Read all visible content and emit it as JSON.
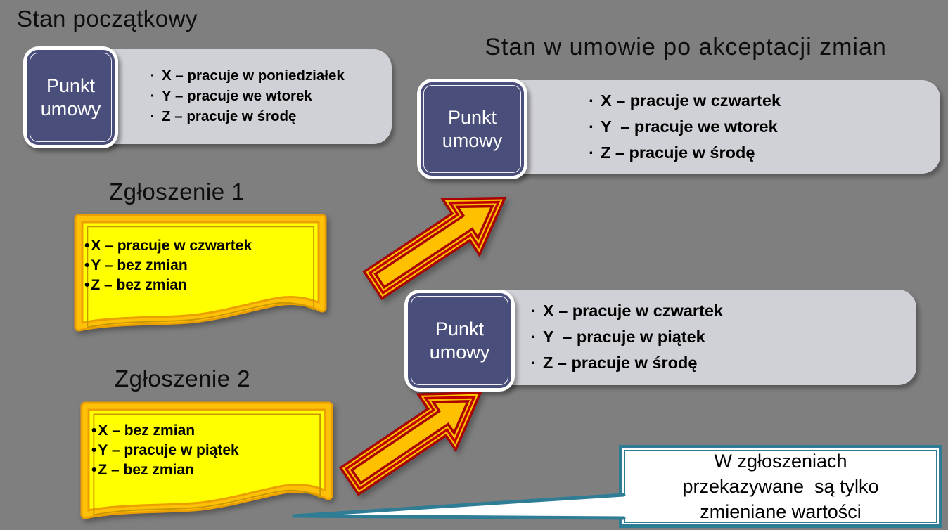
{
  "glyphs": {
    "dot": "·",
    "note_dot": "•"
  },
  "colors": {
    "background": "#7f7f7f",
    "panel": "#d0d1d6",
    "chip": "#4a4e7b",
    "note_fill": "#ffff00",
    "note_border": "#ffc000",
    "arrow_fill": "#ffc000",
    "arrow_border": "#b00000",
    "callout_border": "#2e7d95"
  },
  "initial": {
    "title": "Stan początkowy",
    "chip_label": "Punkt umowy",
    "items": [
      "X – pracuje w poniedziałek",
      "Y – pracuje we wtorek",
      "Z – pracuje w środę"
    ]
  },
  "accepted": {
    "title": "Stan w umowie po akceptacji zmian",
    "chip_label": "Punkt umowy",
    "items": [
      "X – pracuje w czwartek",
      "Y  – pracuje we wtorek",
      "Z – pracuje w środę"
    ]
  },
  "accepted2": {
    "chip_label": "Punkt umowy",
    "items": [
      "X – pracuje w czwartek",
      "Y  – pracuje w piątek",
      "Z – pracuje w środę"
    ]
  },
  "note1": {
    "title": "Zgłoszenie 1",
    "items": [
      "X – pracuje w czwartek",
      "Y – bez zmian",
      "Z – bez zmian"
    ]
  },
  "note2": {
    "title": "Zgłoszenie 2",
    "items": [
      "X – bez zmian",
      "Y – pracuje w piątek",
      "Z – bez zmian"
    ]
  },
  "callout": {
    "lines": [
      "W zgłoszeniach",
      "przekazywane  są tylko",
      "zmieniane wartości"
    ]
  }
}
